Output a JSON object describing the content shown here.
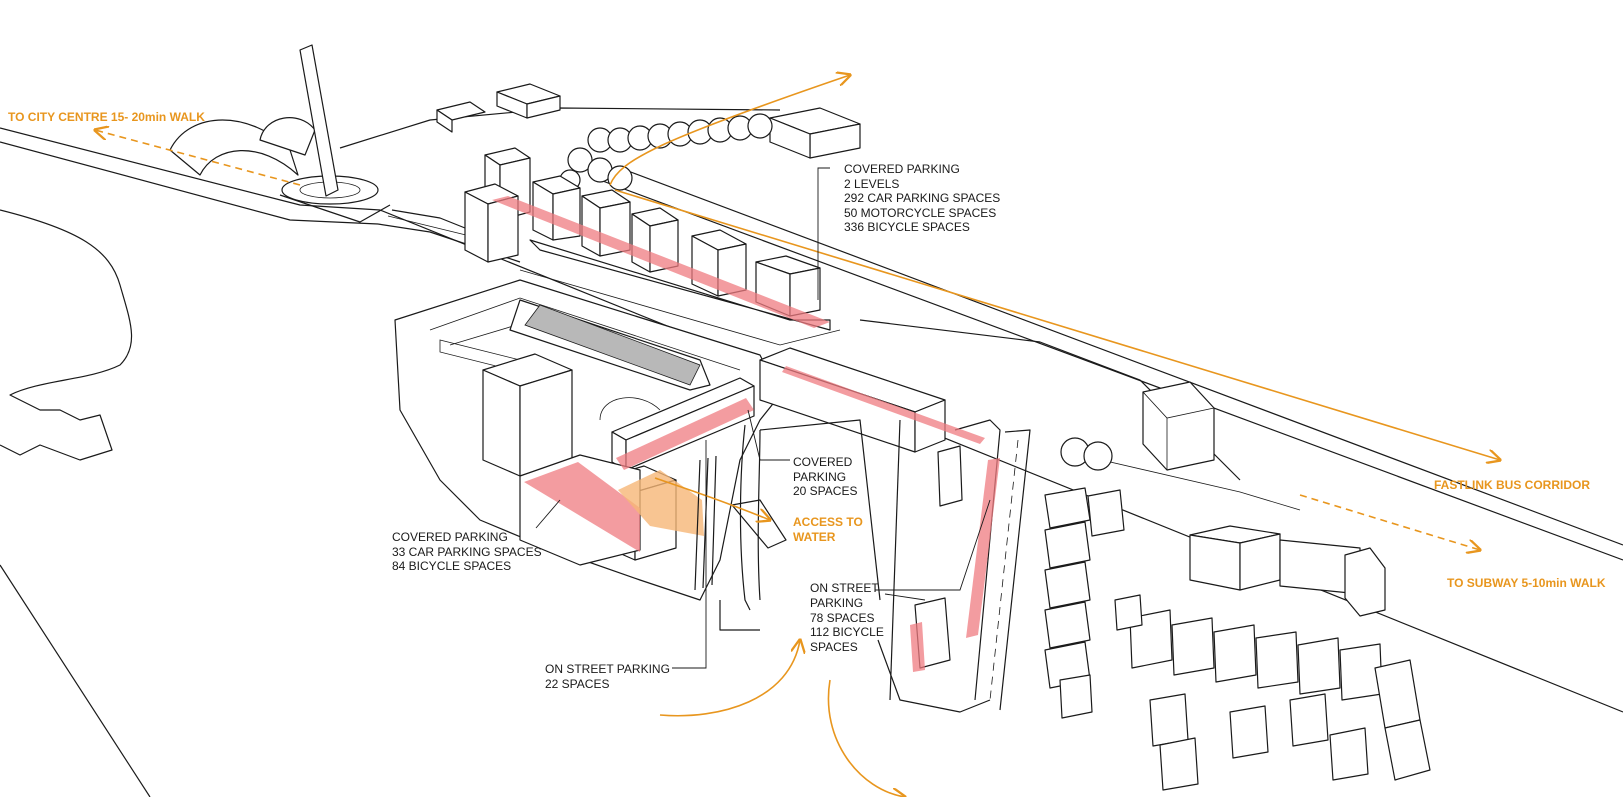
{
  "colors": {
    "accent_orange": "#e8961e",
    "parking_red": "#ef7b80",
    "water_orange": "#f6b777",
    "line": "#1a1a1a",
    "gray_roof": "#b8b8b8"
  },
  "labels": {
    "city_centre": "TO CITY CENTRE 15- 20min WALK",
    "fastlink": "FASTLINK BUS CORRIDOR",
    "subway": "TO SUBWAY 5-10min WALK",
    "access_water": [
      "ACCESS TO",
      "WATER"
    ],
    "covered_parking_main": [
      "COVERED PARKING",
      "2 LEVELS",
      "292 CAR PARKING SPACES",
      "50 MOTORCYCLE SPACES",
      "336 BICYCLE SPACES"
    ],
    "covered_parking_mid": [
      "COVERED",
      "PARKING",
      "20 SPACES"
    ],
    "covered_parking_south": [
      "COVERED PARKING",
      "33 CAR PARKING SPACES",
      "84 BICYCLE SPACES"
    ],
    "on_street_east": [
      "ON STREET",
      "PARKING",
      "78 SPACES",
      "112 BICYCLE",
      "SPACES"
    ],
    "on_street_south": [
      "ON STREET PARKING",
      "22 SPACES"
    ]
  }
}
